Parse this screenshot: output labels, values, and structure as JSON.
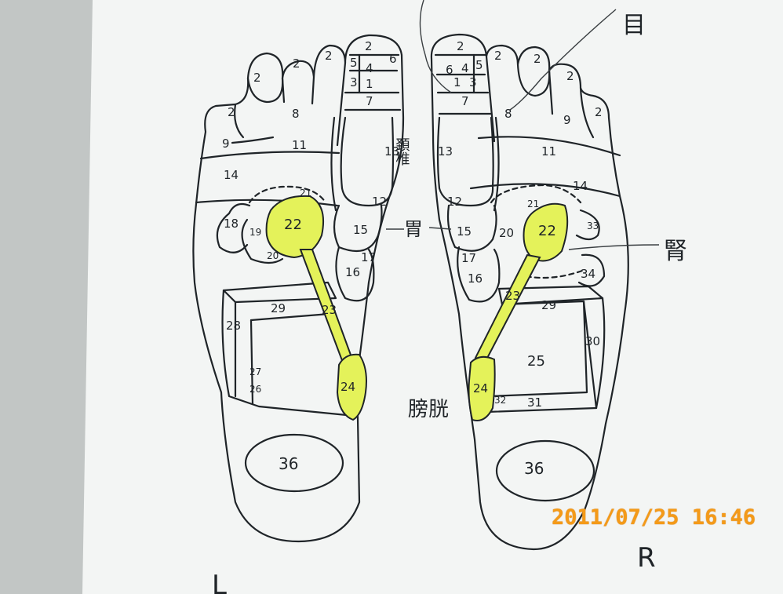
{
  "timestamp": "2011/07/25 16:46",
  "side_labels": {
    "left": "L",
    "right": "R"
  },
  "annotations": {
    "eye": "目",
    "spine": "頚椎",
    "stomach_left": "胃",
    "stomach_right": "胃",
    "kidney": "腎",
    "bladder": "膀胱"
  },
  "zones": {
    "toe": "2",
    "z4": "4",
    "z5": "5",
    "z6": "6",
    "z3": "3",
    "z1": "1",
    "z7": "7",
    "z8": "8",
    "z9": "9",
    "z11": "11",
    "z12": "12",
    "z13": "13",
    "z14": "14",
    "z15": "15",
    "z16": "16",
    "z17": "17",
    "z18": "18",
    "z19": "19",
    "z20": "20",
    "z21": "21",
    "z22": "22",
    "z23": "23",
    "z24": "24",
    "z25": "25",
    "z26": "26",
    "z27": "27",
    "z28": "28",
    "z29": "29",
    "z30": "30",
    "z31": "31",
    "z32": "32",
    "z33": "33",
    "z34": "34",
    "z36": "36"
  },
  "colors": {
    "highlight": "#e4f25a",
    "ink": "#1f2428",
    "paper": "#f4f6f5",
    "stamp": "#f49a18"
  }
}
